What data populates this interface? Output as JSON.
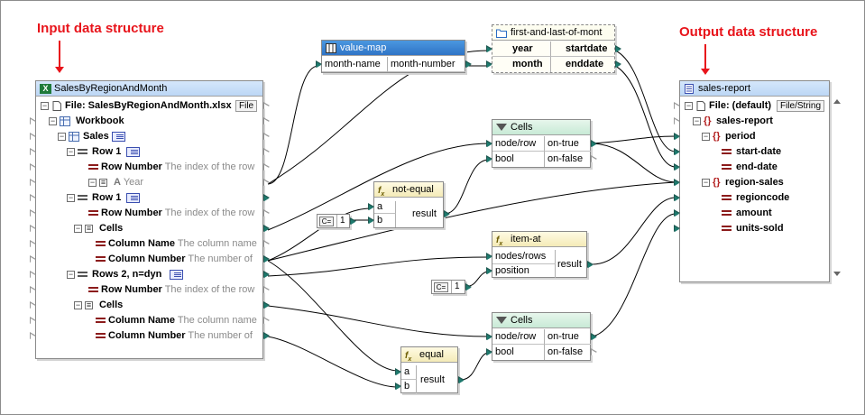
{
  "captions": {
    "input": "Input data structure",
    "output": "Output data structure"
  },
  "input_component": {
    "title": "SalesByRegionAndMonth",
    "file_label": "File: SalesByRegionAndMonth.xlsx",
    "file_button": "File",
    "rows": [
      {
        "label": "Workbook",
        "desc": ""
      },
      {
        "label": "Sales",
        "desc": ""
      },
      {
        "label": "Row 1",
        "desc": ""
      },
      {
        "label": "Row Number",
        "desc": "The index of the row"
      },
      {
        "label": "A",
        "desc": "Year"
      },
      {
        "label": "Row 1",
        "desc": ""
      },
      {
        "label": "Row Number",
        "desc": "The index of the row"
      },
      {
        "label": "Cells",
        "desc": ""
      },
      {
        "label": "Column Name",
        "desc": "The column name"
      },
      {
        "label": "Column Number",
        "desc": "The number of"
      },
      {
        "label": "Rows 2, n=dyn",
        "desc": ""
      },
      {
        "label": "Row Number",
        "desc": "The index of the row"
      },
      {
        "label": "Cells",
        "desc": ""
      },
      {
        "label": "Column Name",
        "desc": "The column name"
      },
      {
        "label": "Column Number",
        "desc": "The number of"
      }
    ]
  },
  "value_map": {
    "title": "value-map",
    "input": "month-name",
    "output": "month-number"
  },
  "first_last": {
    "title": "first-and-last-of-mont",
    "rows": [
      {
        "in": "year",
        "out": "startdate"
      },
      {
        "in": "month",
        "out": "enddate"
      }
    ]
  },
  "cells_filter_1": {
    "title": "Cells",
    "rows": [
      {
        "in": "node/row",
        "out": "on-true"
      },
      {
        "in": "bool",
        "out": "on-false"
      }
    ]
  },
  "cells_filter_2": {
    "title": "Cells",
    "rows": [
      {
        "in": "node/row",
        "out": "on-true"
      },
      {
        "in": "bool",
        "out": "on-false"
      }
    ]
  },
  "not_equal": {
    "title": "not-equal",
    "in_a": "a",
    "in_b": "b",
    "out": "result"
  },
  "equal": {
    "title": "equal",
    "in_a": "a",
    "in_b": "b",
    "out": "result"
  },
  "item_at": {
    "title": "item-at",
    "in_1": "nodes/rows",
    "in_2": "position",
    "out": "result"
  },
  "constants": [
    {
      "value": "1"
    },
    {
      "value": "1"
    }
  ],
  "output_component": {
    "title": "sales-report",
    "file_label": "File: (default)",
    "file_button": "File/String",
    "rows": [
      {
        "label": "sales-report"
      },
      {
        "label": "period"
      },
      {
        "label": "start-date"
      },
      {
        "label": "end-date"
      },
      {
        "label": "region-sales"
      },
      {
        "label": "regioncode"
      },
      {
        "label": "amount"
      },
      {
        "label": "units-sold"
      }
    ]
  },
  "icons": {
    "excel": "excel-file-icon",
    "xml": "xml-file-icon",
    "value_map": "value-map-icon",
    "filter": "filter-funnel-icon",
    "function": "function-icon",
    "user_function": "user-function-icon",
    "constant": "constant-icon"
  },
  "colors": {
    "caption": "#e8141b",
    "wire": "#000000",
    "port_connected": "#1e7a6e",
    "value_map_header": "#2f74c6"
  }
}
